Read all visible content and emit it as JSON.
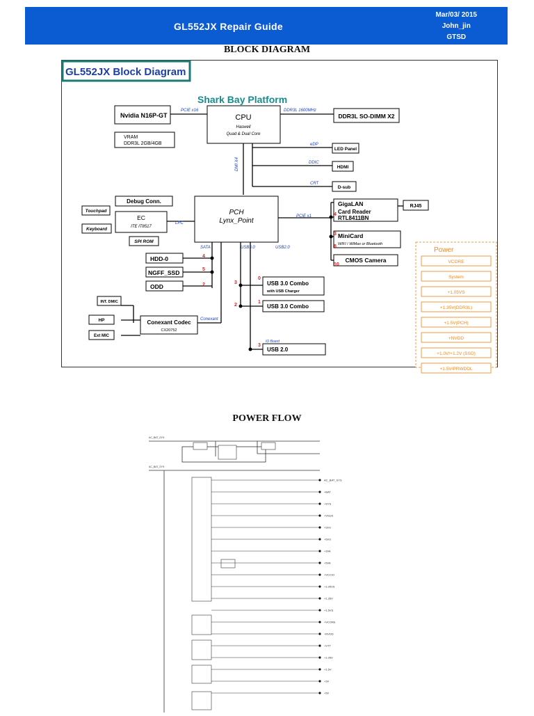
{
  "header": {
    "title": "GL552JX Repair Guide",
    "date": "Mar/03/ 2015",
    "author": "John_jin",
    "dept": "GTSD",
    "color": "#0b5bd3"
  },
  "sections": {
    "block": "BLOCK DIAGRAM",
    "power": "POWER FLOW"
  },
  "block_diagram": {
    "title": "GL552JX Block Diagram",
    "platform": "Shark Bay Platform",
    "gpu": "Nvidia N16P-GT",
    "vram": "VRAM",
    "vram_spec": "DDR3L 2GB/4GB",
    "cpu": "CPU",
    "cpu_sub1": "Haswell",
    "cpu_sub2": "Quad & Dual Core",
    "ddr": "DDR3L SO-DIMM X2",
    "pcie16": "PCIE x16",
    "ddr_bus": "DDR3L 1600MHz",
    "dmi": "DMI X4",
    "edp": "eDP",
    "ddic": "DDIC",
    "crt": "CRT",
    "led": "LED Panel",
    "hdmi": "HDMI",
    "dsub": "D-sub",
    "debug": "Debug Conn.",
    "ec": "EC",
    "ec_sub": "ITE IT8517",
    "lpc": "LPC",
    "touchpad": "Touchpad",
    "keyboard": "Keyboard",
    "spirom": "SPI ROM",
    "pch": "PCH",
    "pch_sub": "Lynx_Point",
    "pcie1": "PCIE x1",
    "gigalan": "GigaLAN",
    "cardreader": "Card Reader",
    "cardreader_sub": "RTL8411BN",
    "rj45": "RJ45",
    "minicard": "MiniCard",
    "minicard_sub": "WIFI / WiMax or Bluetooth",
    "cmos": "CMOS Camera",
    "sata": "SATA",
    "usb30": "USB3.0",
    "usb20": "USB2.0",
    "hdd": "HDD-0",
    "ngff": "NGFF_SSD",
    "odd": "ODD",
    "usb_combo1": "USB 3.0 Combo",
    "usb_combo1_sub": "with USB Charger",
    "usb_combo2": "USB 3.0 Combo",
    "usb2": "USB 2.0",
    "io_board": "IO Board",
    "dmic": "INT. DMIC",
    "hp": "HP",
    "extmic": "Ext MIC",
    "codec": "Conexant Codec",
    "codec_sub": "CX20752",
    "conexant": "Conexant",
    "power_title": "Power",
    "power_items": [
      "VCORE",
      "System",
      "+1.05VS",
      "+1.35V(DDR3L)",
      "+1.5V(PCH)",
      "+NVDD",
      "+1.0V/+1.2V (SSD)",
      "+1.5V/PRWDDL"
    ]
  },
  "power_flow": {
    "rails": [
      "AC_BAT_SYS",
      "+BAT",
      "+SYS",
      "+VSUS",
      "+3VS",
      "+5VS",
      "+3VA",
      "+5VA",
      "+VCCIO",
      "+1.05VS",
      "+1.35V",
      "+1.5VS",
      "+VCORE",
      "+NVDD",
      "+VTT",
      "+1.05V",
      "+1.5V",
      "+3V",
      "+5V"
    ]
  }
}
